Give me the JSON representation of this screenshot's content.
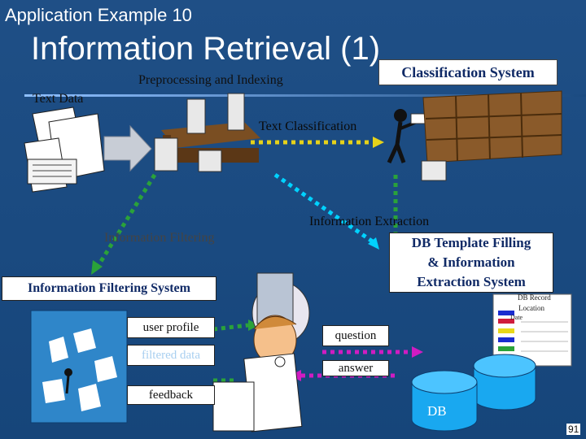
{
  "header": {
    "subtitle": "Application Example 10",
    "title": "Information Retrieval (1)",
    "classification_box": "Classification System",
    "preprocessing_label": "Preprocessing and Indexing"
  },
  "labels": {
    "text_data": "Text Data",
    "text_classification": "Text Classification",
    "information_extraction": "Information Extraction",
    "information_filtering": "Information Filtering",
    "db_template_line1": "DB Template Filling",
    "db_template_line2": "& Information",
    "db_template_line3": "Extraction System",
    "filtering_system": "Information Filtering System",
    "user_profile": "user profile",
    "filtered_data": "filtered data",
    "feedback": "feedback",
    "question": "question",
    "answer": "answer",
    "db": "DB",
    "db_record": "DB Record",
    "location": "Location",
    "date": "Date",
    "page_number": "91"
  },
  "colors": {
    "background": "#1a4a80",
    "arrow_yellow": "#e6d21a",
    "arrow_green": "#2aa23a",
    "arrow_cyan": "#00d2ff",
    "arrow_magenta": "#d01cc2",
    "filtered_data_text": "#a8cff0"
  }
}
